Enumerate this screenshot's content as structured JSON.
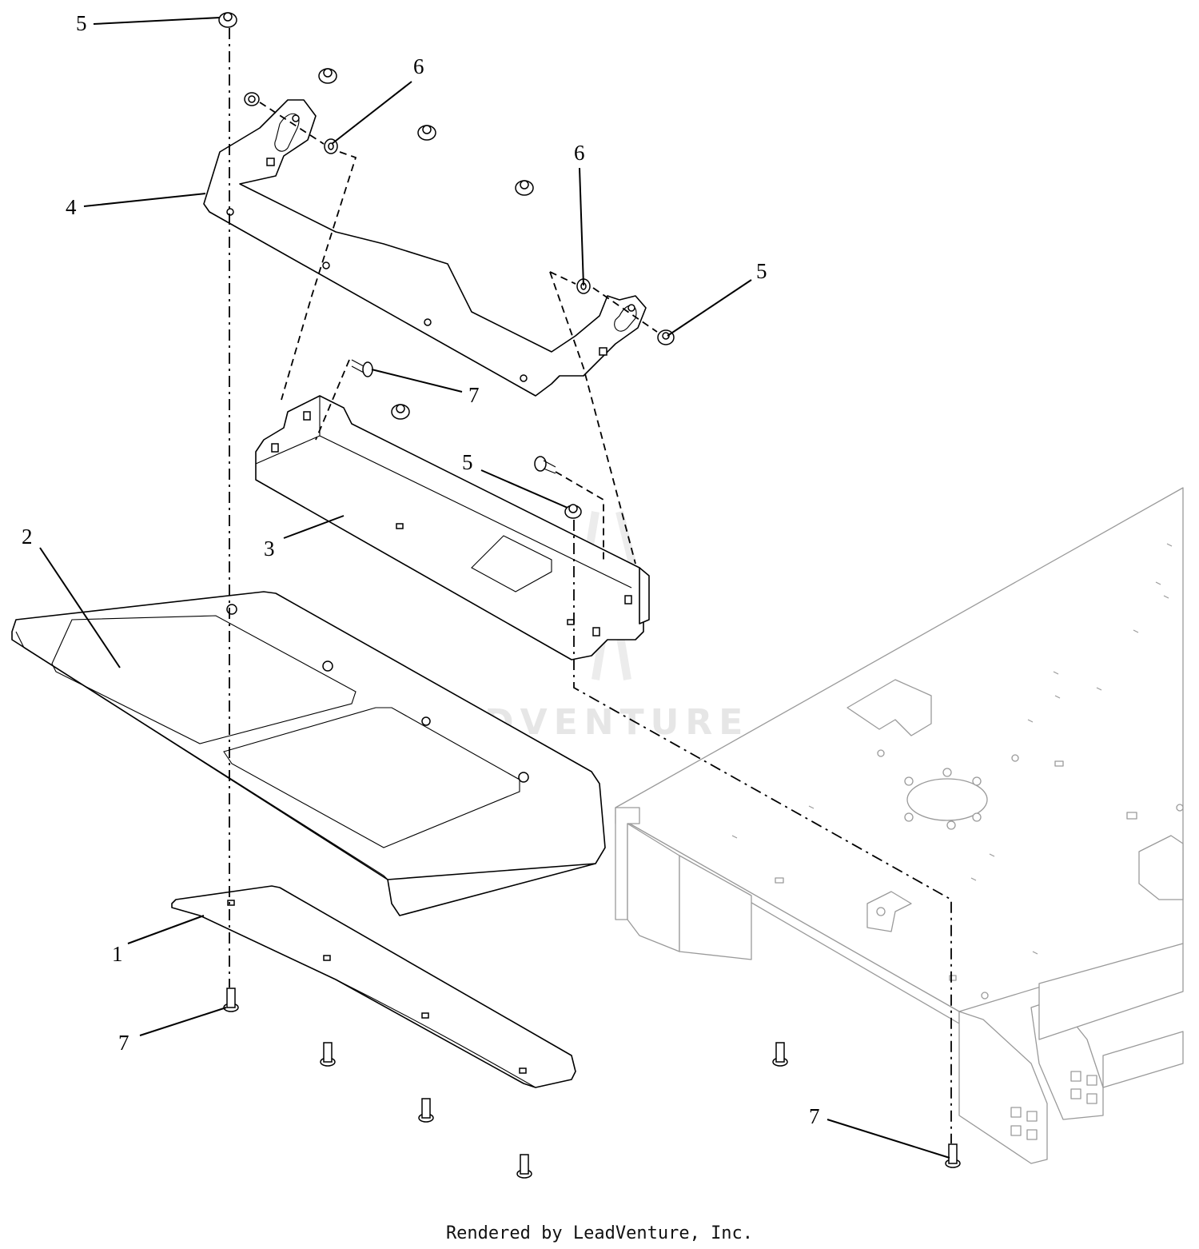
{
  "callouts": [
    {
      "id": "c5a",
      "text": "5"
    },
    {
      "id": "c6a",
      "text": "6"
    },
    {
      "id": "c4",
      "text": "4"
    },
    {
      "id": "c6b",
      "text": "6"
    },
    {
      "id": "c5b",
      "text": "5"
    },
    {
      "id": "c7a",
      "text": "7"
    },
    {
      "id": "c5c",
      "text": "5"
    },
    {
      "id": "c3",
      "text": "3"
    },
    {
      "id": "c2",
      "text": "2"
    },
    {
      "id": "c1",
      "text": "1"
    },
    {
      "id": "c7b",
      "text": "7"
    },
    {
      "id": "c7c",
      "text": "7"
    }
  ],
  "watermark": "LEADVENTURE",
  "footer": "Rendered by LeadVenture, Inc."
}
